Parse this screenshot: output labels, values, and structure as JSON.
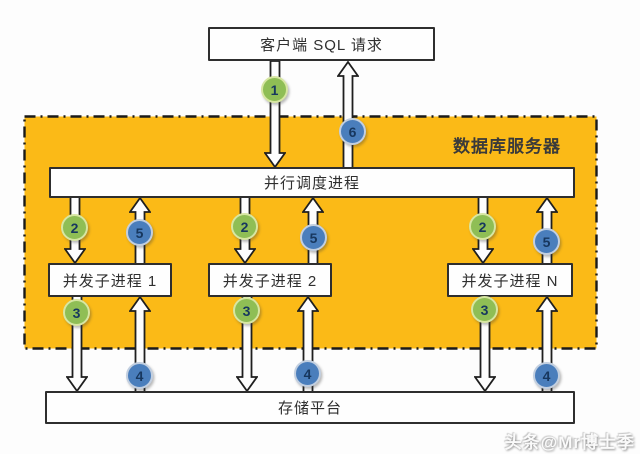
{
  "diagram": {
    "client_box": {
      "label": "客户端 SQL 请求"
    },
    "server_region": {
      "label": "数据库服务器"
    },
    "scheduler": {
      "label": "并行调度进程"
    },
    "subprocesses": [
      {
        "label": "并发子进程 1"
      },
      {
        "label": "并发子进程 2"
      },
      {
        "label": "并发子进程 N"
      }
    ],
    "storage": {
      "label": "存储平台"
    },
    "steps": {
      "s1": {
        "label": "1",
        "color": "green"
      },
      "s2": {
        "label": "2",
        "color": "green"
      },
      "s3": {
        "label": "3",
        "color": "green"
      },
      "s4": {
        "label": "4",
        "color": "blue"
      },
      "s5": {
        "label": "5",
        "color": "blue"
      },
      "s6": {
        "label": "6",
        "color": "blue"
      }
    },
    "colors": {
      "region_fill": "#FBBA17",
      "green_badge_fill": "#8FBE55",
      "green_badge_ring": "#D7E6A2",
      "blue_badge_fill": "#4A7EBC",
      "blue_badge_ring": "#C2CFE0",
      "badge_text": "#17375E",
      "line": "#1F1F1F"
    },
    "watermark": {
      "label": "头条@Mr博士季"
    }
  }
}
